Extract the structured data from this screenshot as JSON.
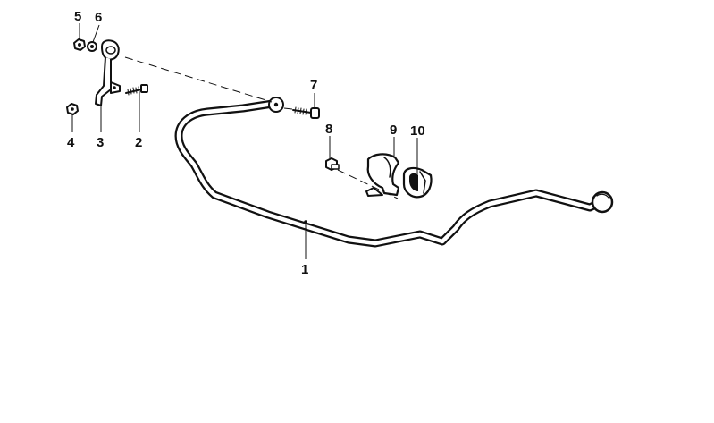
{
  "parts": [
    {
      "id": "1",
      "label": "1"
    },
    {
      "id": "2",
      "label": "2"
    },
    {
      "id": "3",
      "label": "3"
    },
    {
      "id": "4",
      "label": "4"
    },
    {
      "id": "5",
      "label": "5"
    },
    {
      "id": "6",
      "label": "6"
    },
    {
      "id": "7",
      "label": "7"
    },
    {
      "id": "8",
      "label": "8"
    },
    {
      "id": "9",
      "label": "9"
    },
    {
      "id": "10",
      "label": "10"
    }
  ]
}
